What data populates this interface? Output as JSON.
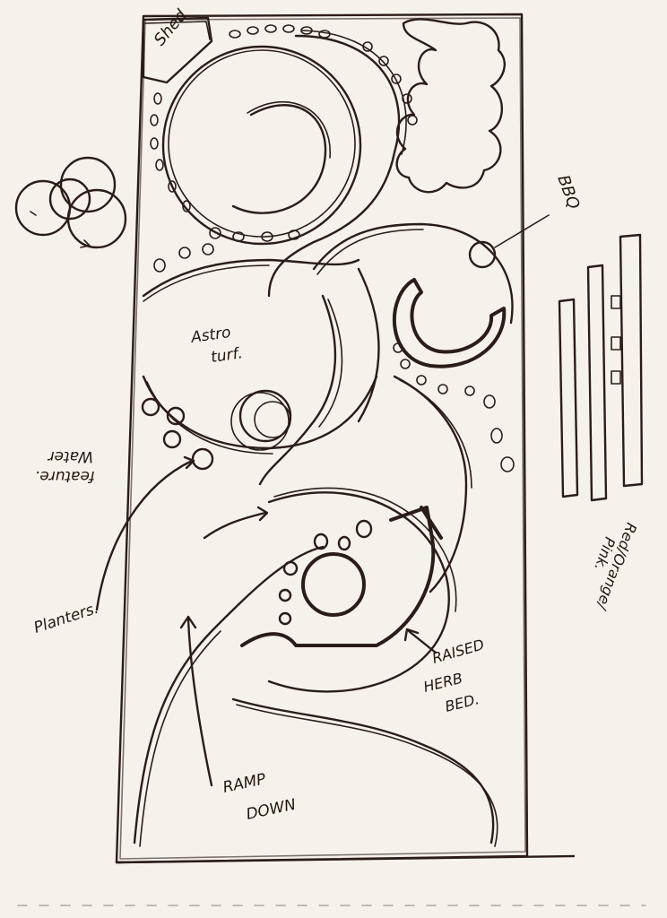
{
  "labels": {
    "shed": "Shed",
    "bbq": "BBQ",
    "astro_turf_line1": "Astro",
    "astro_turf_line2": "turf.",
    "water_feature_line1": "Water",
    "water_feature_line2": "feature.",
    "planters": "Planters.",
    "raised_herb_bed_line1": "RAISED",
    "raised_herb_bed_line2": "HERB",
    "raised_herb_bed_line3": "BED.",
    "ramp_down_line1": "RAMP",
    "ramp_down_line2": "DOWN",
    "red_orange_pink_line1": "Red/Orange/",
    "red_orange_pink_line2": "Pink."
  },
  "colors": {
    "paper": "#f6f2ea",
    "ink": "#2a1d17"
  }
}
